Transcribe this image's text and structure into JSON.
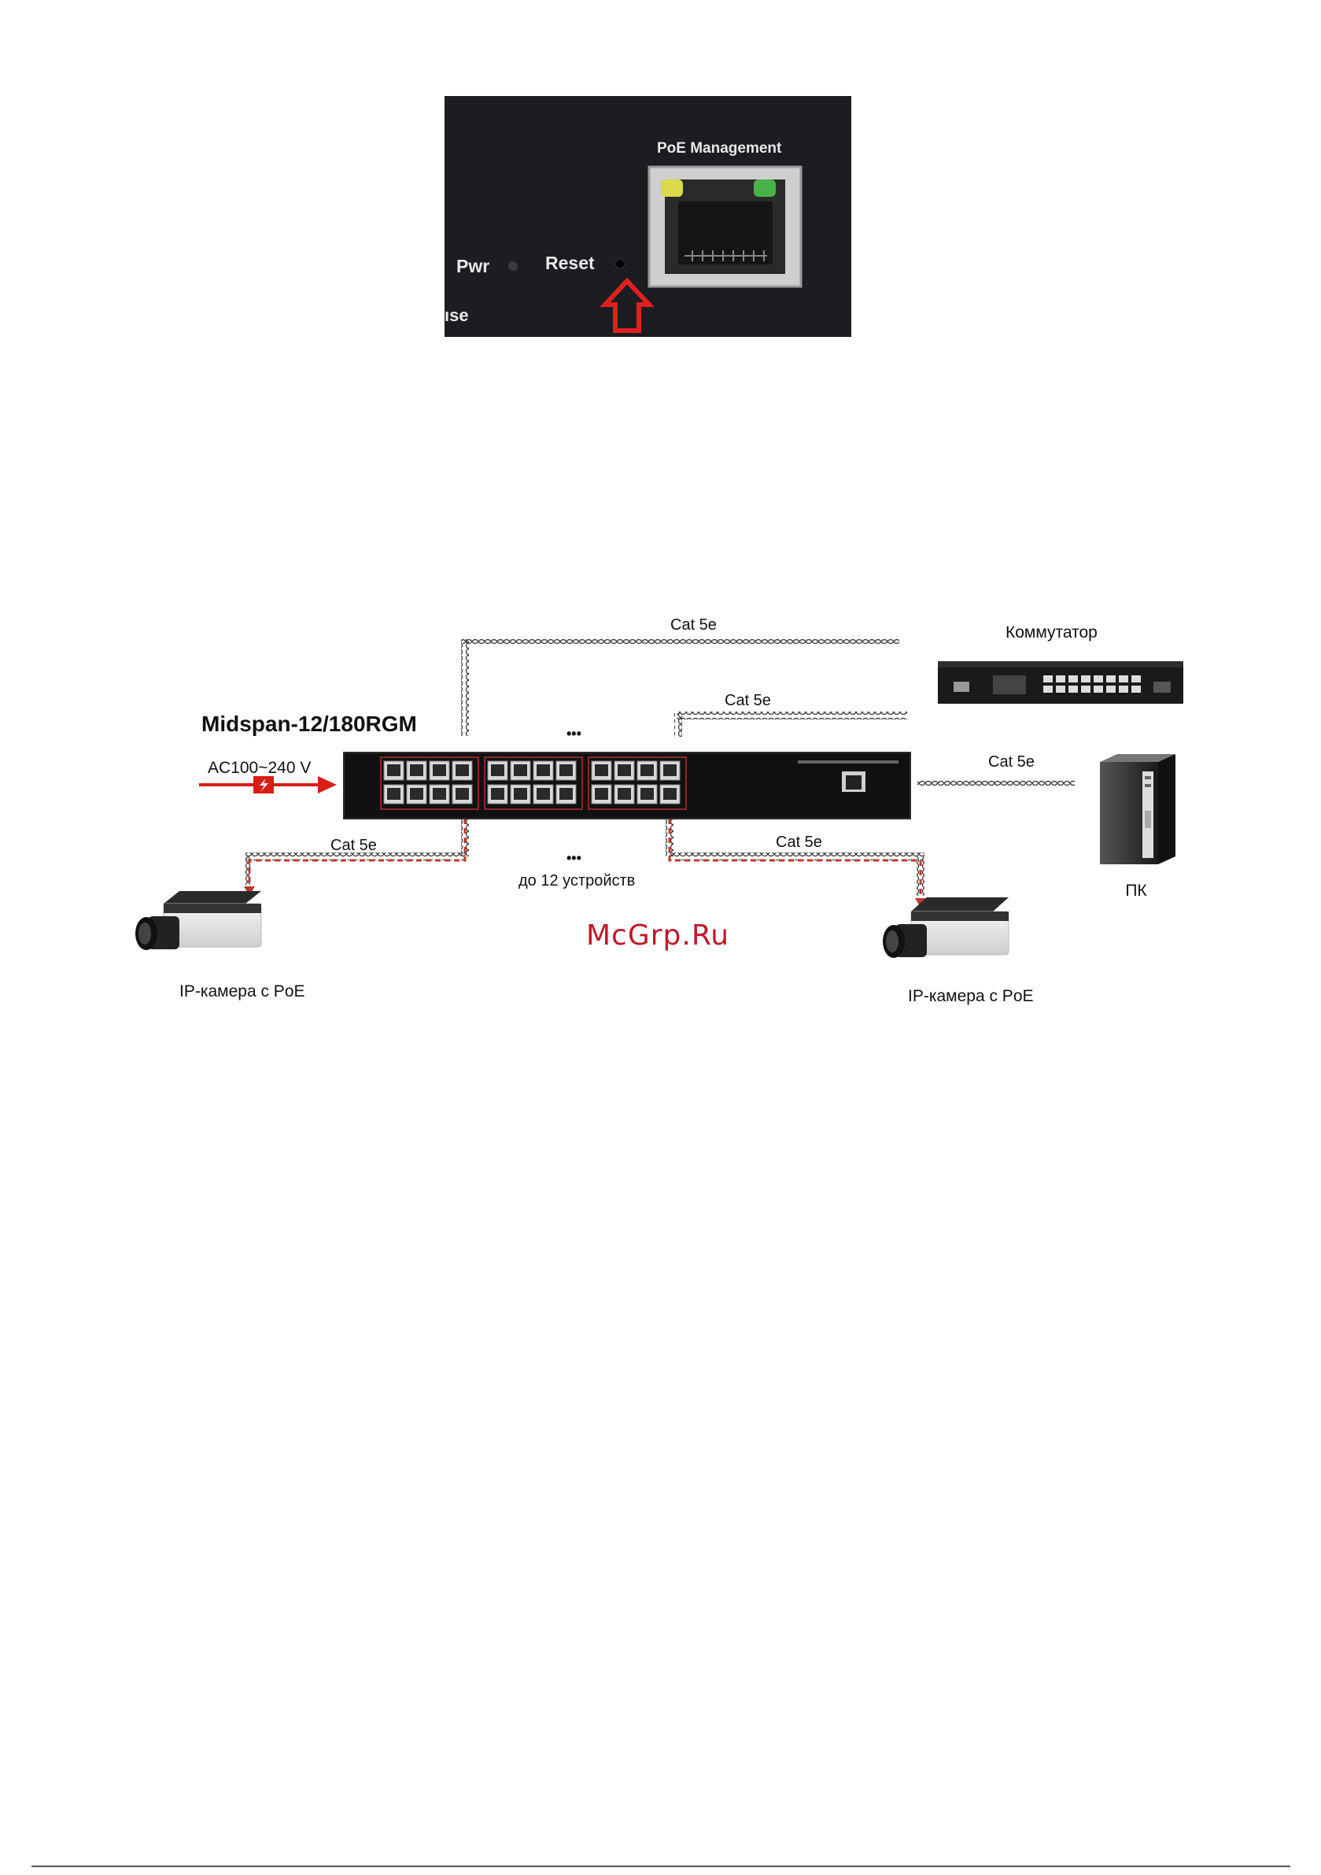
{
  "photo": {
    "poe_management_label": "PoE Management",
    "pwr_label": "Pwr",
    "reset_label": "Reset",
    "partial_label": "ıse"
  },
  "diagram": {
    "device_title": "Midspan-12/180RGM",
    "power_label": "AC100~240 V",
    "cable_top": "Cat 5e",
    "cable_upper_mid": "Cat 5e",
    "cable_right": "Cat 5e",
    "cable_bottom_left": "Cat 5e",
    "cable_bottom_right": "Cat 5e",
    "dots_top": "•••",
    "dots_bottom": "•••",
    "up_to_devices": "до 12 устройств",
    "switch_label": "Коммутатор",
    "pc_label": "ПК",
    "camera_left_label": "IP-камера с PoE",
    "camera_right_label": "IP-камера с PoE"
  },
  "watermark": "McGrp.Ru",
  "colors": {
    "arrow_red": "#d91e18",
    "poe_dashed": "#c0392b",
    "device_black": "#111111"
  }
}
